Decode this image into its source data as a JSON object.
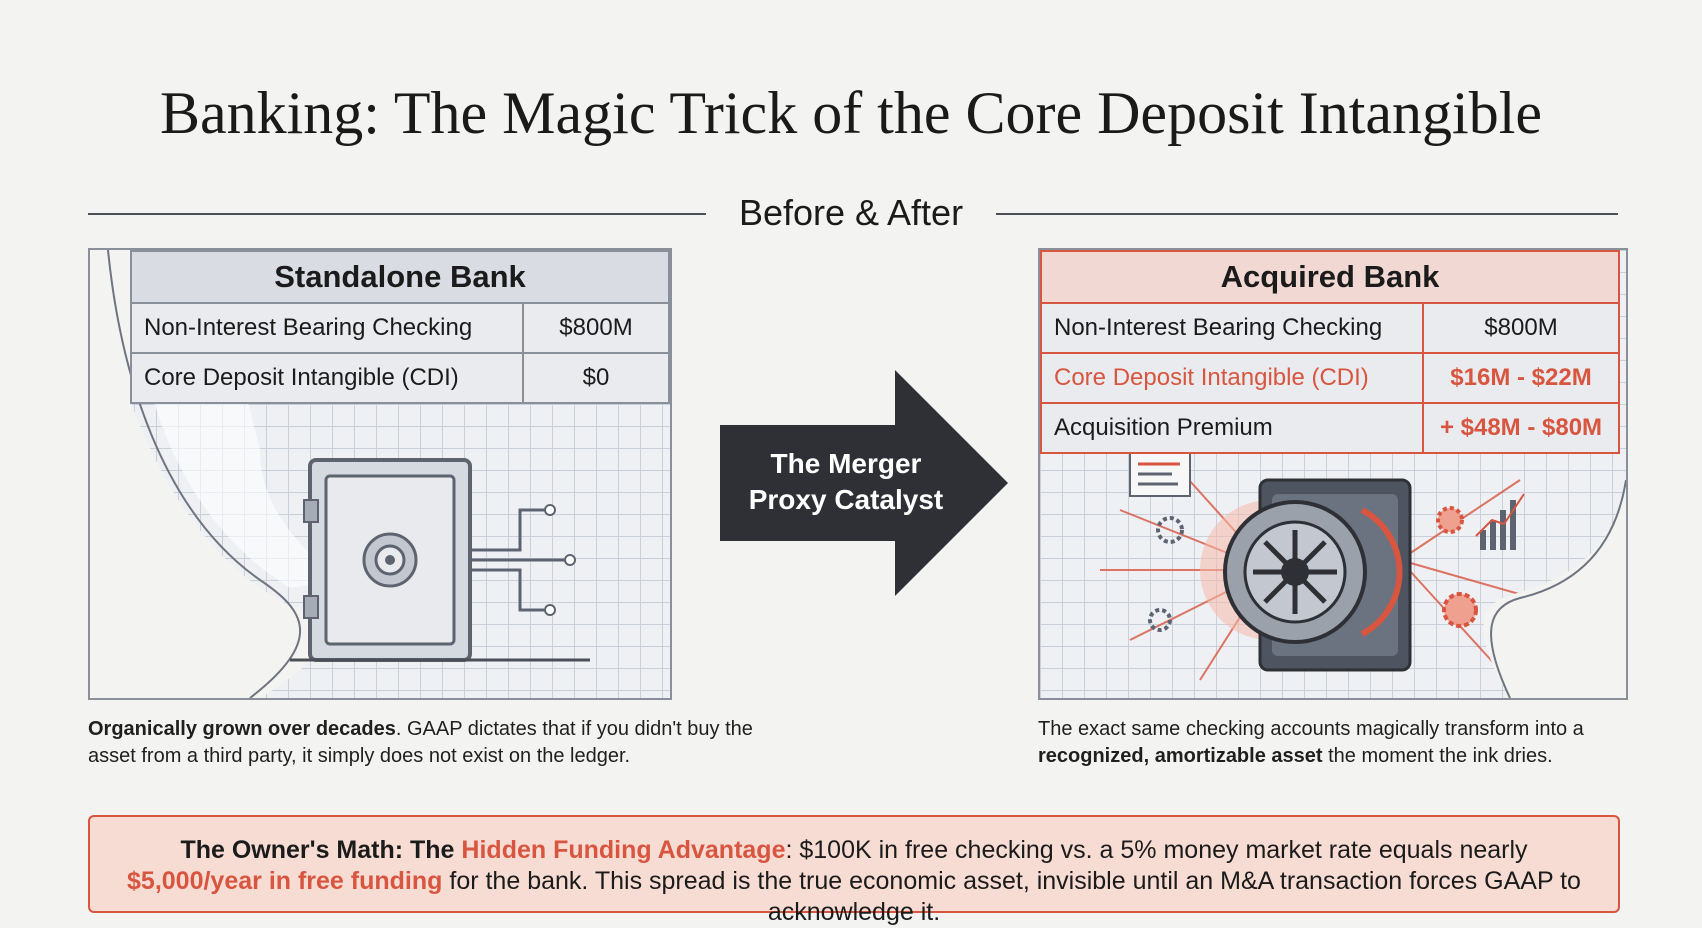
{
  "title": "Banking: The Magic Trick of the Core Deposit Intangible",
  "subtitle": "Before & After",
  "left_panel": {
    "header": "Standalone Bank",
    "rows": [
      {
        "label": "Non-Interest Bearing Checking",
        "value": "$800M"
      },
      {
        "label": "Core Deposit Intangible (CDI)",
        "value": "$0"
      }
    ],
    "caption_bold": "Organically grown over decades",
    "caption_text": ". GAAP dictates that if you didn't buy the asset from a third party, it simply does not exist on the ledger."
  },
  "arrow": {
    "line1": "The Merger",
    "line2": "Proxy Catalyst"
  },
  "right_panel": {
    "header": "Acquired Bank",
    "rows": [
      {
        "label": "Non-Interest Bearing Checking",
        "value": "$800M"
      },
      {
        "label": "Core Deposit Intangible (CDI)",
        "value": "$16M - $22M"
      },
      {
        "label": "Acquisition Premium",
        "value": "+ $48M - $80M"
      }
    ],
    "caption_text": "The exact same checking accounts magically transform into a ",
    "caption_bold": "recognized, amortizable asset",
    "caption_tail": " the moment the ink dries."
  },
  "callout": {
    "lead": "The Owner's Math: The ",
    "highlight1": "Hidden Funding Advantage",
    "mid": ": $100K in free checking vs. a 5% money market rate equals nearly ",
    "highlight2": "$5,000/year in free funding",
    "tail": " for the bank. This spread is the true economic asset, invisible until an M&A transaction forces GAAP to acknowledge it."
  },
  "colors": {
    "accent": "#d8553f",
    "arrow": "#2e3035",
    "callout_bg": "#f7dcd4"
  },
  "icons": [
    "safe-icon",
    "bank-vault-icon",
    "bar-chart-icon",
    "gear-icon"
  ]
}
